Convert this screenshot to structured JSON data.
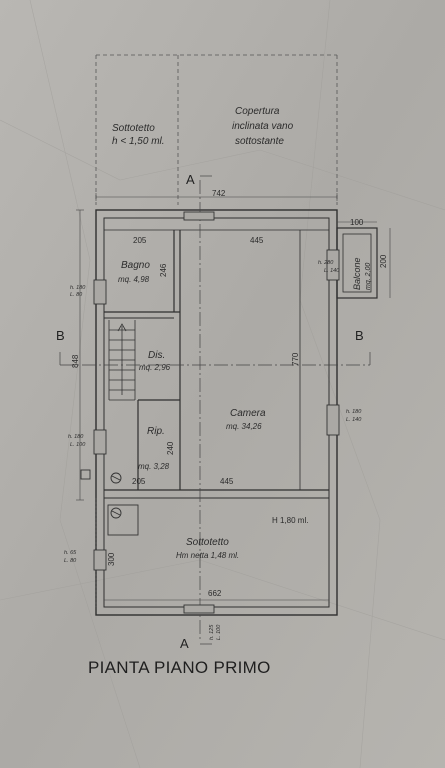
{
  "title": "PIANTA PIANO PRIMO",
  "sections": {
    "a_top": "A",
    "a_bottom": "A",
    "b_left": "B",
    "b_right": "B"
  },
  "roof_area": {
    "sottotetto_label": "Sottotetto",
    "sottotetto_height": "h < 1,50 ml.",
    "copertura_line1": "Copertura",
    "copertura_line2": "inclinata vano",
    "copertura_line3": "sottostante"
  },
  "rooms": {
    "bagno": {
      "name": "Bagno",
      "area": "mq. 4,98"
    },
    "dis": {
      "name": "Dis.",
      "area": "mq. 2,96"
    },
    "rip": {
      "name": "Rip.",
      "area": "mq. 3,28"
    },
    "camera": {
      "name": "Camera",
      "area": "mq. 34,26"
    },
    "sottotetto": {
      "name": "Sottotetto",
      "hm": "Hm netta 1,48 ml.",
      "h_marker": "H 1,80 ml."
    },
    "balcone": {
      "name": "Balcone",
      "area": "mq. 2,00"
    }
  },
  "dimensions": {
    "overall_width": "742",
    "bagno_width": "205",
    "camera_width": "445",
    "balcone_width": "100",
    "balcone_height": "200",
    "bagno_height": "246",
    "camera_height": "770",
    "overall_depth": "848",
    "rip_height": "240",
    "rip_width": "205",
    "camera_width_bottom": "445",
    "sottotetto_width": "662",
    "sottotetto_height": "300"
  },
  "windows": {
    "bagno_h": "h. 180",
    "bagno_l": "L. 80",
    "balcone_h": "h. 280",
    "balcone_l": "L. 140",
    "camera_h": "h. 180",
    "camera_l": "L. 140",
    "rip_h": "h. 180",
    "rip_l": "L. 100",
    "sott_h": "h. 65",
    "sott_l": "L. 80",
    "bottom_h": "h. 125",
    "bottom_l": "L. 100"
  }
}
